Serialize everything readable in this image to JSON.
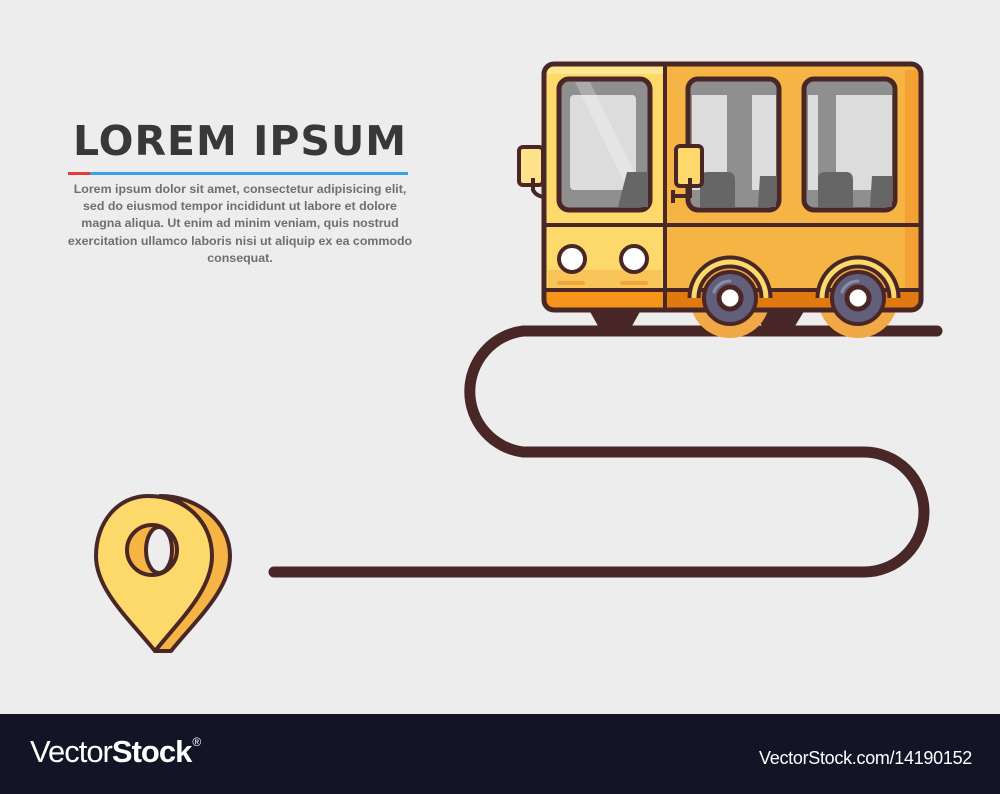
{
  "heading": {
    "title": "LOREM IPSUM",
    "body": "Lorem ipsum dolor sit amet, consectetur adipisicing elit, sed do eiusmod tempor incididunt ut labore et dolore magna aliqua. Ut enim ad minim veniam, quis nostrud exercitation ullamco laboris nisi ut aliquip ex ea commodo consequat.",
    "underline_colors": {
      "accent": "#e8383b",
      "main": "#3aa0e8"
    }
  },
  "illustration": {
    "icons": [
      "bus-icon",
      "road-path",
      "map-pin-icon"
    ],
    "colors": {
      "outline": "#4a2727",
      "bus_front": "#fdd86a",
      "bus_body": "#f6b444",
      "bus_trim": "#f28c1a",
      "window_glass": "#8f8f8f",
      "tire": "#615f7a",
      "pin": "#fdd86a",
      "pin_side": "#f6b444",
      "background": "#ededed"
    }
  },
  "footer": {
    "brand_light": "Vector",
    "brand_bold": "Stock",
    "brand_mark": "®",
    "url": "VectorStock.com/14190152"
  }
}
